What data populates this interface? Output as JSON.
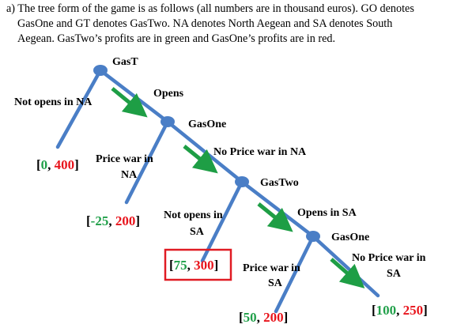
{
  "intro": {
    "line1": "a) The tree form of the game is as follows (all numbers are in thousand euros). GO denotes",
    "line2": "GasOne and GT denotes GasTwo. NA denotes North Aegean and SA denotes South",
    "line3": "Aegean. GasTwo’s profits are in green and GasOne’s profits are in red."
  },
  "nodes": {
    "root": "GasT",
    "n1": "GasOne",
    "n2": "GasTwo",
    "n3": "GasOne"
  },
  "branches": {
    "root_left": "Not opens in NA",
    "root_right": "Opens",
    "n1_left_1": "Price war in",
    "n1_left_2": "NA",
    "n1_right": "No Price war in NA",
    "n2_left_1": "Not opens in",
    "n2_left_2": "SA",
    "n2_right": "Opens in SA",
    "n3_left_1": "Price war in",
    "n3_left_2": "SA",
    "n3_right_1": "No Price war in",
    "n3_right_2": "SA"
  },
  "payoffs": [
    {
      "gastwo": "0",
      "gasone": "400"
    },
    {
      "gastwo": "-25",
      "gasone": "200"
    },
    {
      "gastwo": "75",
      "gasone": "300"
    },
    {
      "gastwo": "50",
      "gasone": "200"
    },
    {
      "gastwo": "100",
      "gasone": "250"
    }
  ],
  "colors": {
    "branch": "#4a7ec6",
    "node": "#4a7ec6",
    "arrow": "#1e9e45",
    "gastwo_profit": "#21a04a",
    "gasone_profit": "#e8141c",
    "highlight_box": "#e01b23"
  }
}
